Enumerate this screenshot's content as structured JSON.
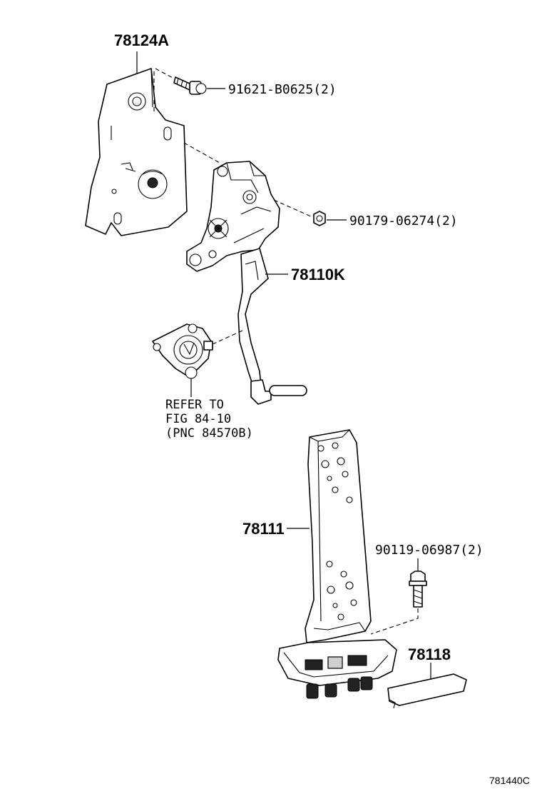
{
  "parts": {
    "bracket": {
      "number": "78124A"
    },
    "bolt_upper": {
      "number": "91621-B0625(2)"
    },
    "nut": {
      "number": "90179-06274(2)"
    },
    "pedal_rod_assy": {
      "number": "78110K"
    },
    "sensor_ref": {
      "line1": "REFER TO",
      "line2": "FIG 84-10",
      "line3": "(PNC 84570B)"
    },
    "pedal_pad": {
      "number": "78111"
    },
    "bolt_lower": {
      "number": "90119-06987(2)"
    },
    "cover": {
      "number": "78118"
    }
  },
  "figure_code": "781440C"
}
